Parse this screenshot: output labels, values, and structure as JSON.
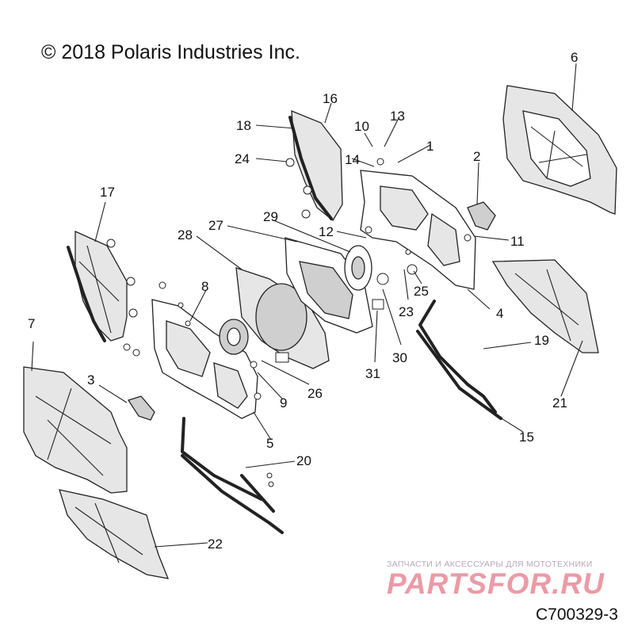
{
  "header": {
    "copyright": "© 2018 Polaris Industries Inc."
  },
  "footer": {
    "diagram_id": "C700329-3"
  },
  "watermark": {
    "tagline": "ЗАПЧАСТИ И АКСЕССУАРЫ ДЛЯ МОТОТЕХНИКИ",
    "brand": "PARTSFOR.RU",
    "brand_color": "#ec9aa6"
  },
  "callouts": [
    "1",
    "2",
    "3",
    "4",
    "5",
    "6",
    "7",
    "8",
    "9",
    "10",
    "11",
    "12",
    "13",
    "14",
    "15",
    "16",
    "17",
    "18",
    "19",
    "20",
    "21",
    "22",
    "23",
    "24",
    "25",
    "26",
    "27",
    "28",
    "29",
    "30",
    "31"
  ]
}
